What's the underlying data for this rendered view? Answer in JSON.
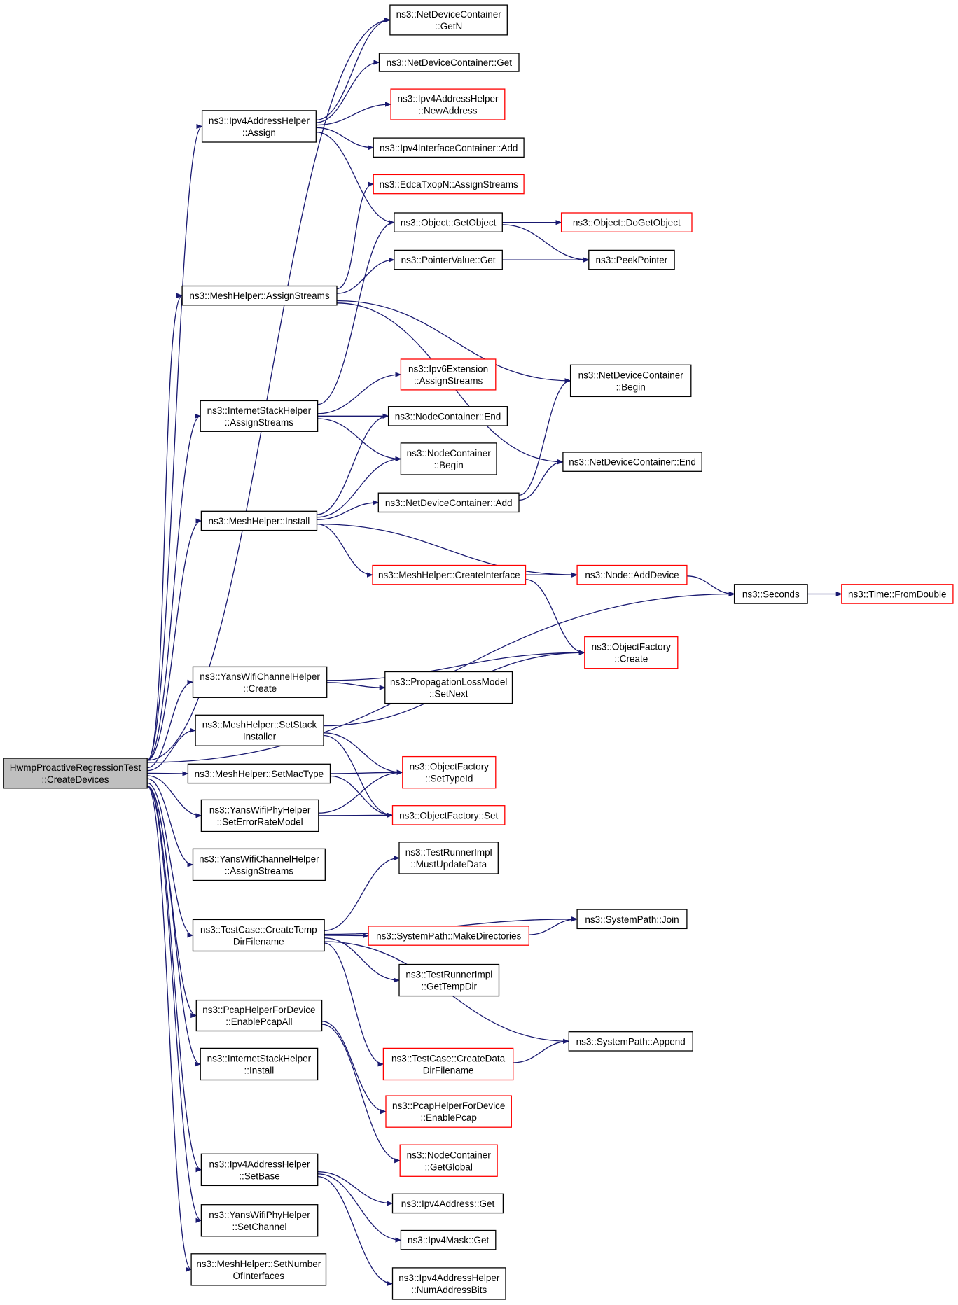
{
  "colors": {
    "edge": "#191970",
    "root_fill": "#bfbfbf",
    "missing_border": "#ff0000",
    "node_border": "#000000"
  },
  "nodes": [
    {
      "id": "root",
      "lines": [
        "HwmpProactiveRegressionTest",
        "::CreateDevices"
      ],
      "style": "root"
    },
    {
      "id": "ndc_getn",
      "lines": [
        "ns3::NetDeviceContainer",
        "::GetN"
      ],
      "style": "normal"
    },
    {
      "id": "ndc_get",
      "lines": [
        "ns3::NetDeviceContainer::Get"
      ],
      "style": "normal"
    },
    {
      "id": "ipv4ah_newaddr",
      "lines": [
        "ns3::Ipv4AddressHelper",
        "::NewAddress"
      ],
      "style": "red"
    },
    {
      "id": "ipv4ah_assign",
      "lines": [
        "ns3::Ipv4AddressHelper",
        "::Assign"
      ],
      "style": "normal"
    },
    {
      "id": "ipv4ic_add",
      "lines": [
        "ns3::Ipv4InterfaceContainer::Add"
      ],
      "style": "normal"
    },
    {
      "id": "edca",
      "lines": [
        "ns3::EdcaTxopN::AssignStreams"
      ],
      "style": "red"
    },
    {
      "id": "obj_getobj",
      "lines": [
        "ns3::Object::GetObject"
      ],
      "style": "normal"
    },
    {
      "id": "obj_dogetobj",
      "lines": [
        "ns3::Object::DoGetObject"
      ],
      "style": "red"
    },
    {
      "id": "pv_get",
      "lines": [
        "ns3::PointerValue::Get"
      ],
      "style": "normal"
    },
    {
      "id": "peekpointer",
      "lines": [
        "ns3::PeekPointer"
      ],
      "style": "normal"
    },
    {
      "id": "mh_assignstreams",
      "lines": [
        "ns3::MeshHelper::AssignStreams"
      ],
      "style": "normal"
    },
    {
      "id": "ipv6ext",
      "lines": [
        "ns3::Ipv6Extension",
        "::AssignStreams"
      ],
      "style": "red"
    },
    {
      "id": "ndc_begin",
      "lines": [
        "ns3::NetDeviceContainer",
        "::Begin"
      ],
      "style": "normal"
    },
    {
      "id": "ish_assignstreams",
      "lines": [
        "ns3::InternetStackHelper",
        "::AssignStreams"
      ],
      "style": "normal"
    },
    {
      "id": "nc_end",
      "lines": [
        "ns3::NodeContainer::End"
      ],
      "style": "normal"
    },
    {
      "id": "nc_begin",
      "lines": [
        "ns3::NodeContainer",
        "::Begin"
      ],
      "style": "normal"
    },
    {
      "id": "ndc_end",
      "lines": [
        "ns3::NetDeviceContainer::End"
      ],
      "style": "normal"
    },
    {
      "id": "ndc_add",
      "lines": [
        "ns3::NetDeviceContainer::Add"
      ],
      "style": "normal"
    },
    {
      "id": "mh_install",
      "lines": [
        "ns3::MeshHelper::Install"
      ],
      "style": "normal"
    },
    {
      "id": "mh_createif",
      "lines": [
        "ns3::MeshHelper::CreateInterface"
      ],
      "style": "red"
    },
    {
      "id": "node_adddevice",
      "lines": [
        "ns3::Node::AddDevice"
      ],
      "style": "red"
    },
    {
      "id": "seconds",
      "lines": [
        "ns3::Seconds"
      ],
      "style": "normal"
    },
    {
      "id": "time_fromdouble",
      "lines": [
        "ns3::Time::FromDouble"
      ],
      "style": "red"
    },
    {
      "id": "of_create",
      "lines": [
        "ns3::ObjectFactory",
        "::Create"
      ],
      "style": "red"
    },
    {
      "id": "ywch_create",
      "lines": [
        "ns3::YansWifiChannelHelper",
        "::Create"
      ],
      "style": "normal"
    },
    {
      "id": "plm_setnext",
      "lines": [
        "ns3::PropagationLossModel",
        "::SetNext"
      ],
      "style": "normal"
    },
    {
      "id": "mh_setstack",
      "lines": [
        "ns3::MeshHelper::SetStack",
        "Installer"
      ],
      "style": "normal"
    },
    {
      "id": "of_settypeid",
      "lines": [
        "ns3::ObjectFactory",
        "::SetTypeId"
      ],
      "style": "red"
    },
    {
      "id": "mh_setmactype",
      "lines": [
        "ns3::MeshHelper::SetMacType"
      ],
      "style": "normal"
    },
    {
      "id": "ywph_seterm",
      "lines": [
        "ns3::YansWifiPhyHelper",
        "::SetErrorRateModel"
      ],
      "style": "normal"
    },
    {
      "id": "of_set",
      "lines": [
        "ns3::ObjectFactory::Set"
      ],
      "style": "red"
    },
    {
      "id": "ywch_assignstreams",
      "lines": [
        "ns3::YansWifiChannelHelper",
        "::AssignStreams"
      ],
      "style": "normal"
    },
    {
      "id": "tri_mustupdate",
      "lines": [
        "ns3::TestRunnerImpl",
        "::MustUpdateData"
      ],
      "style": "normal"
    },
    {
      "id": "tc_createtemp",
      "lines": [
        "ns3::TestCase::CreateTemp",
        "DirFilename"
      ],
      "style": "normal"
    },
    {
      "id": "sp_join",
      "lines": [
        "ns3::SystemPath::Join"
      ],
      "style": "normal"
    },
    {
      "id": "sp_makedirs",
      "lines": [
        "ns3::SystemPath::MakeDirectories"
      ],
      "style": "red"
    },
    {
      "id": "tri_gettempdir",
      "lines": [
        "ns3::TestRunnerImpl",
        "::GetTempDir"
      ],
      "style": "normal"
    },
    {
      "id": "phfd_enableall",
      "lines": [
        "ns3::PcapHelperForDevice",
        "::EnablePcapAll"
      ],
      "style": "normal"
    },
    {
      "id": "sp_append",
      "lines": [
        "ns3::SystemPath::Append"
      ],
      "style": "normal"
    },
    {
      "id": "tc_createdata",
      "lines": [
        "ns3::TestCase::CreateData",
        "DirFilename"
      ],
      "style": "red"
    },
    {
      "id": "ish_install",
      "lines": [
        "ns3::InternetStackHelper",
        "::Install"
      ],
      "style": "normal"
    },
    {
      "id": "phfd_enable",
      "lines": [
        "ns3::PcapHelperForDevice",
        "::EnablePcap"
      ],
      "style": "red"
    },
    {
      "id": "nc_getglobal",
      "lines": [
        "ns3::NodeContainer",
        "::GetGlobal"
      ],
      "style": "red"
    },
    {
      "id": "ipv4ah_setbase",
      "lines": [
        "ns3::Ipv4AddressHelper",
        "::SetBase"
      ],
      "style": "normal"
    },
    {
      "id": "ipv4addr_get",
      "lines": [
        "ns3::Ipv4Address::Get"
      ],
      "style": "normal"
    },
    {
      "id": "ywph_setchannel",
      "lines": [
        "ns3::YansWifiPhyHelper",
        "::SetChannel"
      ],
      "style": "normal"
    },
    {
      "id": "ipv4mask_get",
      "lines": [
        "ns3::Ipv4Mask::Get"
      ],
      "style": "normal"
    },
    {
      "id": "mh_setnumif",
      "lines": [
        "ns3::MeshHelper::SetNumber",
        "OfInterfaces"
      ],
      "style": "normal"
    },
    {
      "id": "ipv4ah_numbits",
      "lines": [
        "ns3::Ipv4AddressHelper",
        "::NumAddressBits"
      ],
      "style": "normal"
    }
  ],
  "edges": [
    [
      "root",
      "ndc_getn"
    ],
    [
      "root",
      "ipv4ah_assign"
    ],
    [
      "root",
      "mh_assignstreams"
    ],
    [
      "root",
      "ish_assignstreams"
    ],
    [
      "root",
      "mh_install"
    ],
    [
      "root",
      "seconds"
    ],
    [
      "root",
      "ywch_create"
    ],
    [
      "root",
      "mh_setstack"
    ],
    [
      "root",
      "mh_setmactype"
    ],
    [
      "root",
      "ywph_seterm"
    ],
    [
      "root",
      "ywch_assignstreams"
    ],
    [
      "root",
      "tc_createtemp"
    ],
    [
      "root",
      "phfd_enableall"
    ],
    [
      "root",
      "ish_install"
    ],
    [
      "root",
      "ipv4ah_setbase"
    ],
    [
      "root",
      "ywph_setchannel"
    ],
    [
      "root",
      "mh_setnumif"
    ],
    [
      "ipv4ah_assign",
      "ndc_getn"
    ],
    [
      "ipv4ah_assign",
      "ndc_get"
    ],
    [
      "ipv4ah_assign",
      "ipv4ah_newaddr"
    ],
    [
      "ipv4ah_assign",
      "ipv4ic_add"
    ],
    [
      "ipv4ah_assign",
      "obj_getobj"
    ],
    [
      "mh_assignstreams",
      "edca"
    ],
    [
      "mh_assignstreams",
      "pv_get"
    ],
    [
      "mh_assignstreams",
      "ndc_begin"
    ],
    [
      "mh_assignstreams",
      "ndc_end"
    ],
    [
      "obj_getobj",
      "obj_dogetobj"
    ],
    [
      "obj_getobj",
      "peekpointer"
    ],
    [
      "pv_get",
      "peekpointer"
    ],
    [
      "ish_assignstreams",
      "obj_getobj"
    ],
    [
      "ish_assignstreams",
      "ipv6ext"
    ],
    [
      "ish_assignstreams",
      "nc_end"
    ],
    [
      "ish_assignstreams",
      "nc_begin"
    ],
    [
      "mh_install",
      "nc_end"
    ],
    [
      "mh_install",
      "nc_begin"
    ],
    [
      "mh_install",
      "ndc_add"
    ],
    [
      "mh_install",
      "mh_createif"
    ],
    [
      "mh_install",
      "node_adddevice"
    ],
    [
      "ndc_add",
      "ndc_begin"
    ],
    [
      "ndc_add",
      "ndc_end"
    ],
    [
      "mh_createif",
      "node_adddevice"
    ],
    [
      "mh_createif",
      "of_create"
    ],
    [
      "node_adddevice",
      "seconds"
    ],
    [
      "seconds",
      "time_fromdouble"
    ],
    [
      "ywch_create",
      "of_create"
    ],
    [
      "ywch_create",
      "plm_setnext"
    ],
    [
      "mh_setstack",
      "of_create"
    ],
    [
      "mh_setstack",
      "of_settypeid"
    ],
    [
      "mh_setstack",
      "of_set"
    ],
    [
      "mh_setmactype",
      "of_settypeid"
    ],
    [
      "mh_setmactype",
      "of_set"
    ],
    [
      "ywph_seterm",
      "of_settypeid"
    ],
    [
      "ywph_seterm",
      "of_set"
    ],
    [
      "tc_createtemp",
      "tri_mustupdate"
    ],
    [
      "tc_createtemp",
      "sp_join"
    ],
    [
      "tc_createtemp",
      "sp_makedirs"
    ],
    [
      "tc_createtemp",
      "tri_gettempdir"
    ],
    [
      "tc_createtemp",
      "sp_append"
    ],
    [
      "tc_createtemp",
      "tc_createdata"
    ],
    [
      "sp_makedirs",
      "sp_join"
    ],
    [
      "tc_createdata",
      "sp_append"
    ],
    [
      "phfd_enableall",
      "phfd_enable"
    ],
    [
      "phfd_enableall",
      "nc_getglobal"
    ],
    [
      "ipv4ah_setbase",
      "ipv4addr_get"
    ],
    [
      "ipv4ah_setbase",
      "ipv4mask_get"
    ],
    [
      "ipv4ah_setbase",
      "ipv4ah_numbits"
    ]
  ]
}
